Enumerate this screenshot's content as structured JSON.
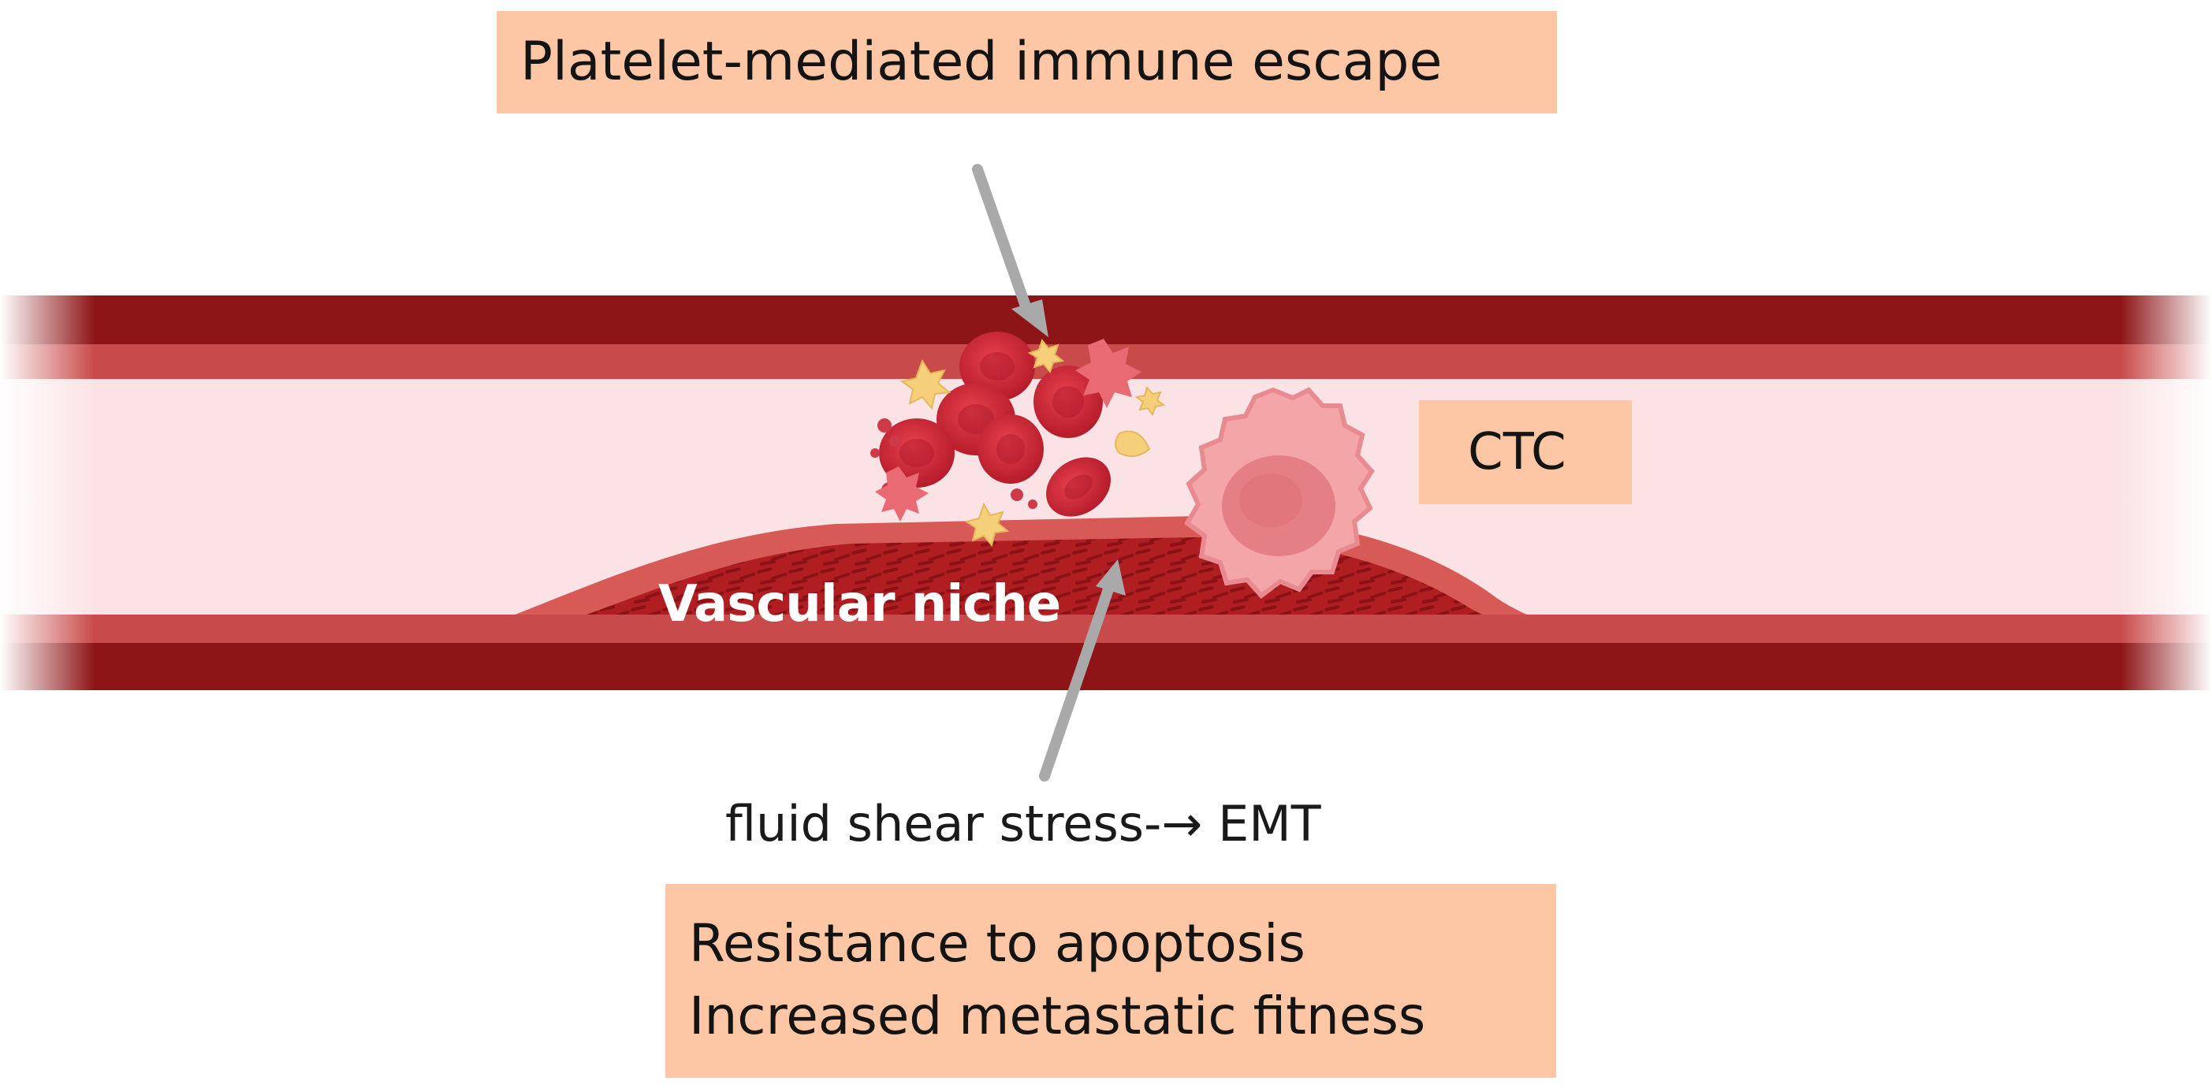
{
  "labels": {
    "top": "Platelet-mediated immune escape",
    "ctc": "CTC",
    "niche": "Vascular niche",
    "shear": "fluid shear stress-→ EMT",
    "bottom_line1": "Resistance to apoptosis",
    "bottom_line2": "Increased metastatic fitness"
  },
  "colors": {
    "label_box": "#fdc7a5",
    "vessel_wall_dark": "#8e1517",
    "vessel_wall_mid": "#c94a4a",
    "vessel_lumen": "#fbe3e5",
    "red_blood_cell": "#d62b3a",
    "tumor_cell": "#f4a5a8",
    "platelet": "#f5cf7a",
    "arrow": "#a9a9a9"
  },
  "icons": [
    "red-blood-cell-icon",
    "platelet-icon",
    "tumor-cell-icon",
    "arrow-icon"
  ]
}
